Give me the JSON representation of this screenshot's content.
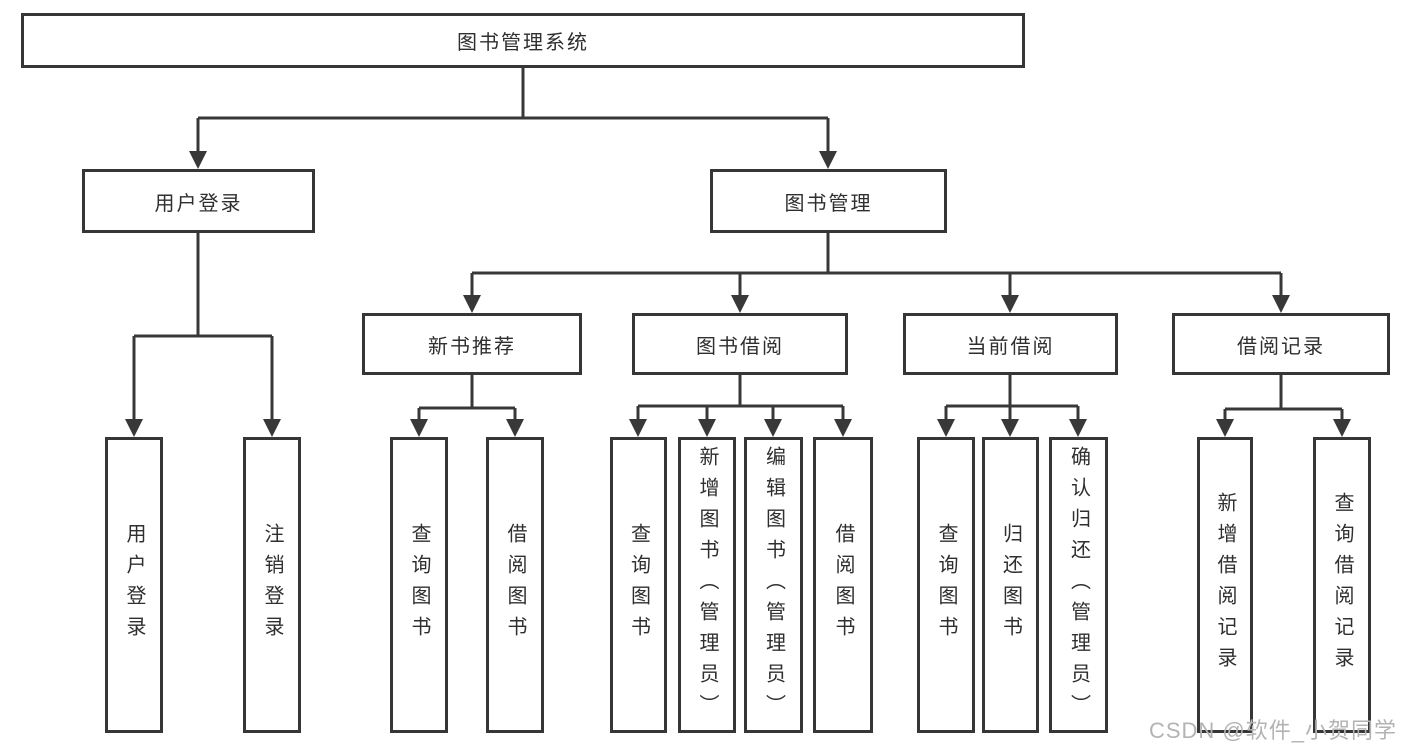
{
  "tree": {
    "label": "图书管理系统",
    "children": [
      {
        "label": "用户登录",
        "children": [
          {
            "label": "用户登录"
          },
          {
            "label": "注销登录"
          }
        ]
      },
      {
        "label": "图书管理",
        "children": [
          {
            "label": "新书推荐",
            "children": [
              {
                "label": "查询图书"
              },
              {
                "label": "借阅图书"
              }
            ]
          },
          {
            "label": "图书借阅",
            "children": [
              {
                "label": "查询图书"
              },
              {
                "label": "新增图书（管理员）"
              },
              {
                "label": "编辑图书（管理员）"
              },
              {
                "label": "借阅图书"
              }
            ]
          },
          {
            "label": "当前借阅",
            "children": [
              {
                "label": "查询图书"
              },
              {
                "label": "归还图书"
              },
              {
                "label": "确认归还（管理员）"
              }
            ]
          },
          {
            "label": "借阅记录",
            "children": [
              {
                "label": "新增借阅记录"
              },
              {
                "label": "查询借阅记录"
              }
            ]
          }
        ]
      }
    ]
  },
  "watermark": {
    "text": "CSDN @软件_小贺同学"
  },
  "colors": {
    "line": "#383838",
    "box_border": "#363636",
    "text": "#2f2f2f",
    "watermark": "#b3b3b3",
    "background": "#ffffff"
  }
}
